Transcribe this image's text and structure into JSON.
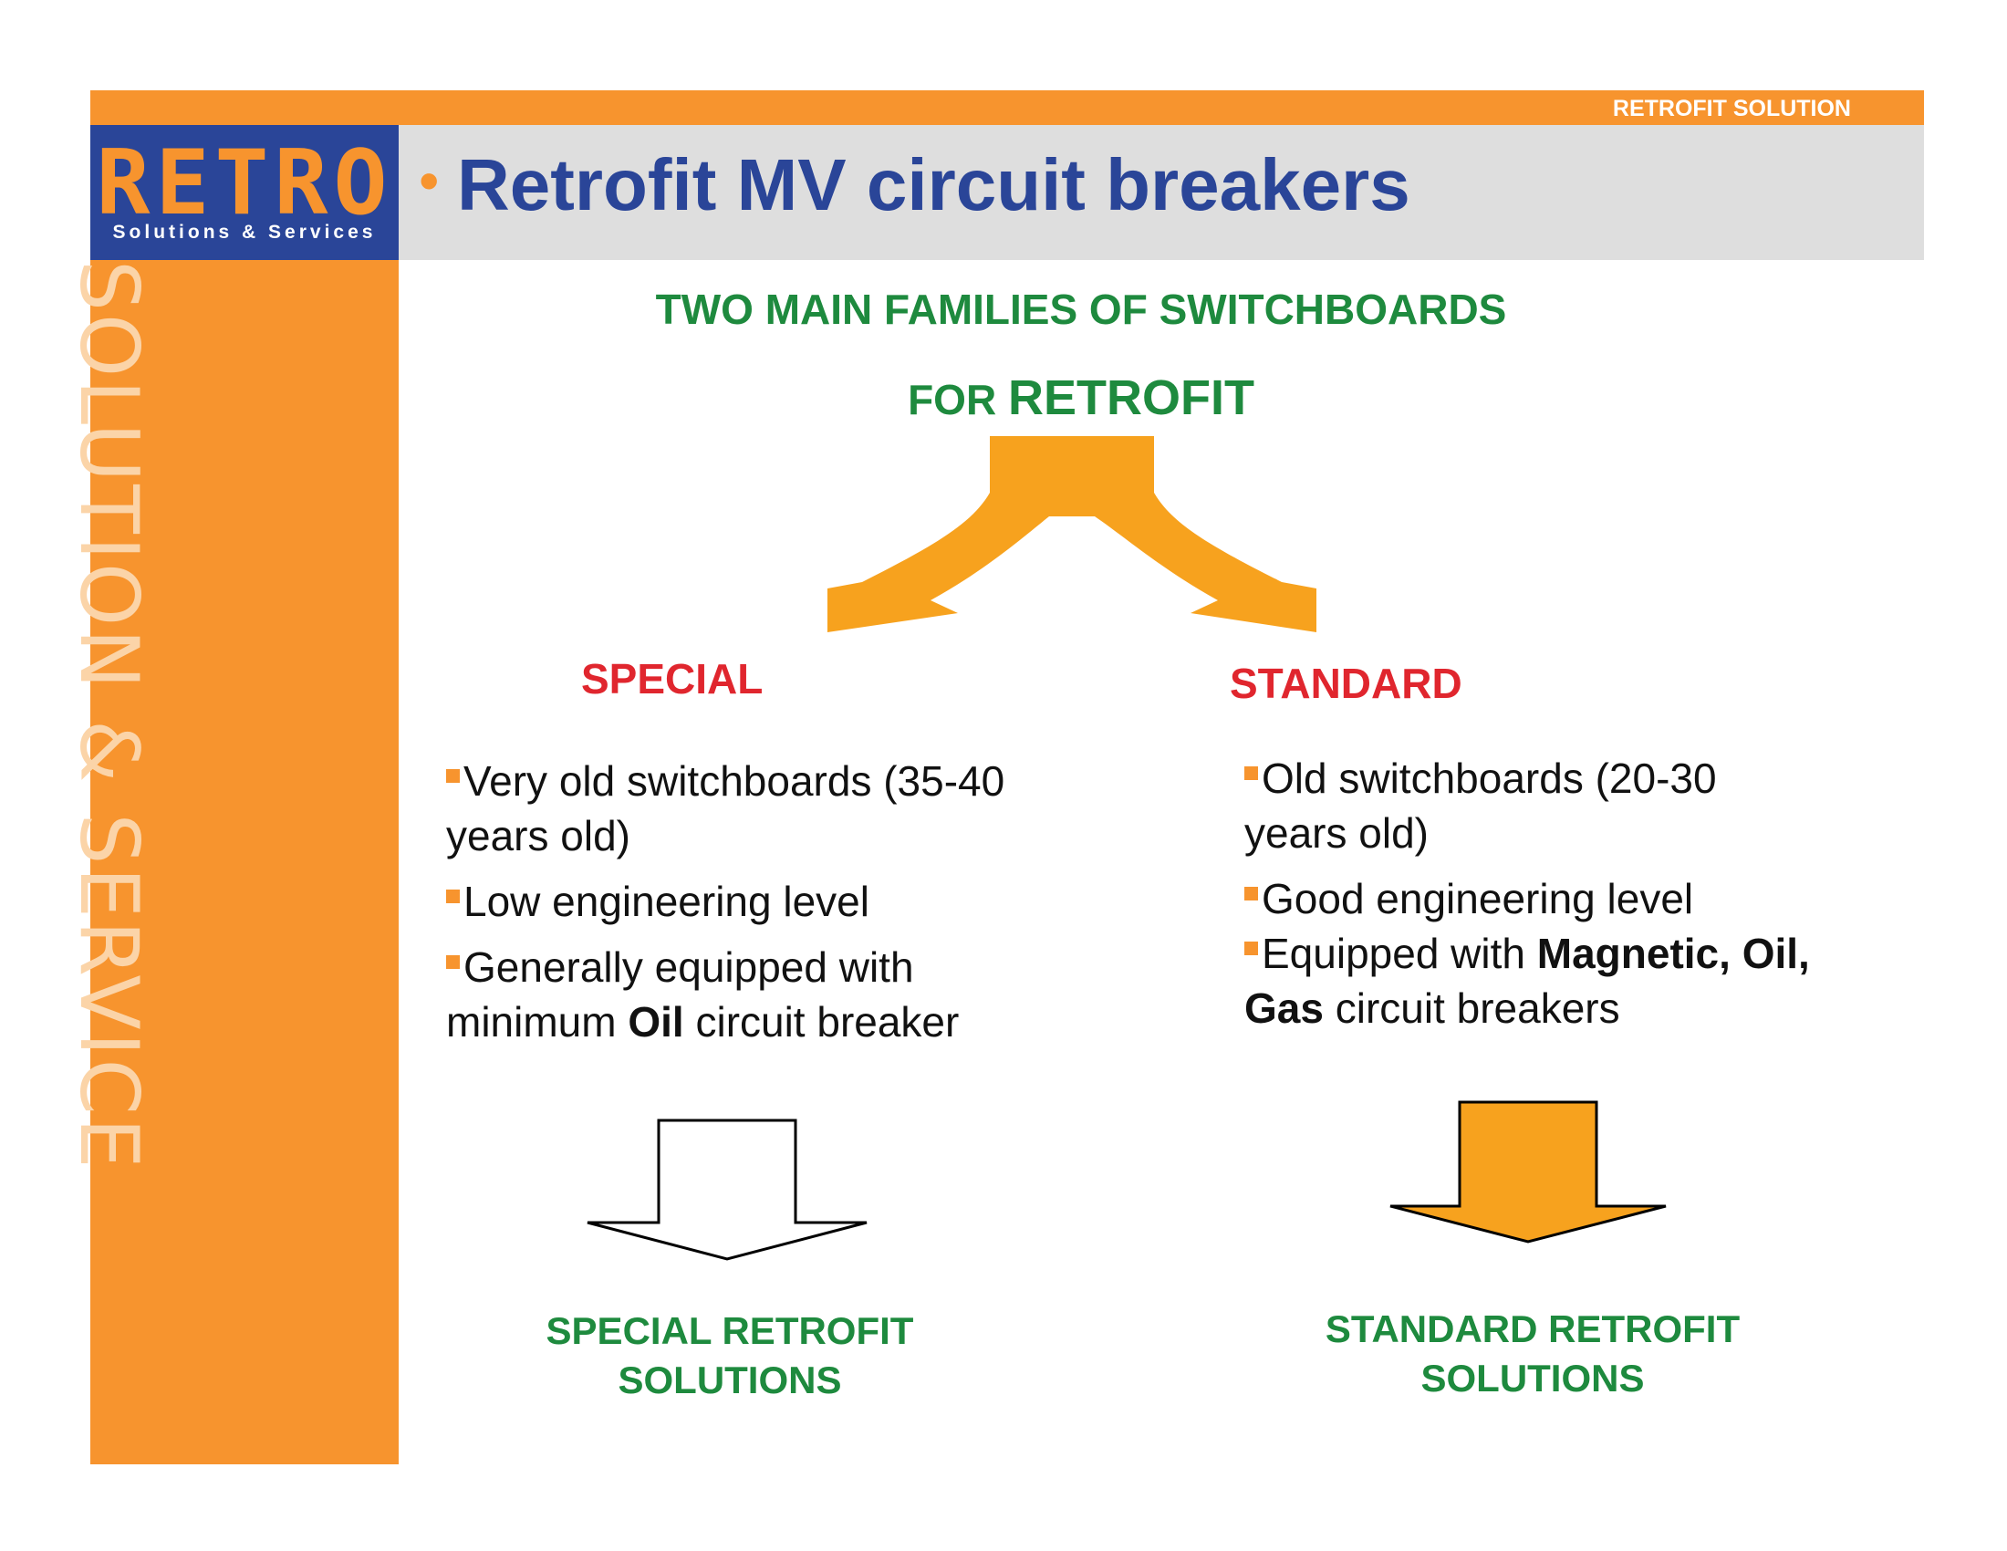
{
  "header": {
    "tag": "RETROFIT SOLUTION",
    "title": "Retrofit MV circuit breakers"
  },
  "logo": {
    "text": "RETRO",
    "subtitle": "Solutions & Services"
  },
  "sidebar": {
    "text": "SOLUTION & SERVICE"
  },
  "main": {
    "heading_line1": "TWO MAIN FAMILIES OF SWITCHBOARDS",
    "heading_line2_prefix": "FOR ",
    "heading_line2_emph": "RETROFIT",
    "special": {
      "title": "SPECIAL",
      "b1": "Very old switchboards  (35-40 years old)",
      "b2": "Low engineering level",
      "b3_pre": "Generally equipped with minimum ",
      "b3_bold": "Oil",
      "b3_post": " circuit breaker",
      "result_line1": "SPECIAL RETROFIT",
      "result_line2": "SOLUTIONS"
    },
    "standard": {
      "title": "STANDARD",
      "b1": "Old switchboards (20-30 years old)",
      "b2": "Good engineering level",
      "b3_pre": "Equipped with ",
      "b3_bold1": "Magnetic, Oil, Gas",
      "b3_post": " circuit breakers",
      "result_line1": "STANDARD RETROFIT",
      "result_line2": "SOLUTIONS"
    }
  },
  "colors": {
    "orange": "#F7942E",
    "navy": "#2A4598",
    "green": "#1E8A3E",
    "red": "#E0262E",
    "gray": "#DEDEDE"
  }
}
